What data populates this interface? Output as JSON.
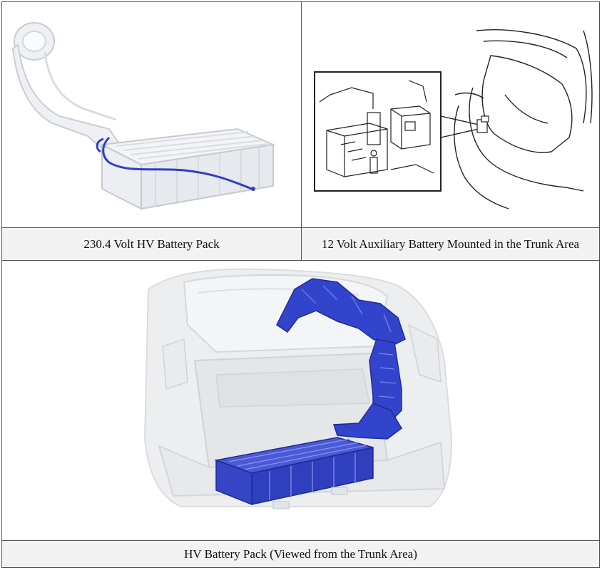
{
  "captions": {
    "top_left": "230.4 Volt HV Battery Pack",
    "top_right": "12 Volt Auxiliary Battery Mounted in the Trunk Area",
    "bottom": "HV Battery Pack (Viewed from the Trunk Area)"
  },
  "colors": {
    "highlight_blue": "#2f3fc8",
    "line_art": "#222222",
    "border": "#555555",
    "caption_background": "#f2f2f2"
  }
}
